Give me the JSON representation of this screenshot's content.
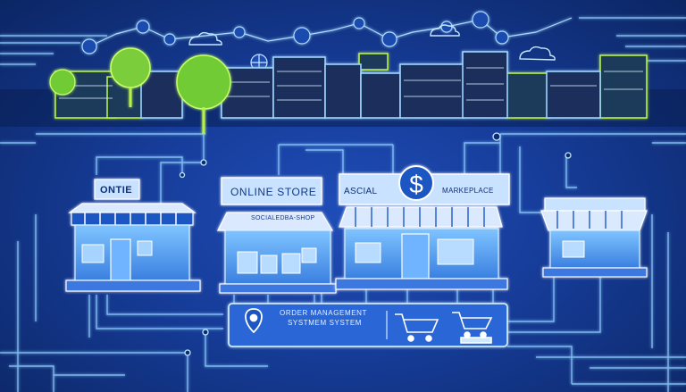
{
  "storefronts": {
    "left_sign": "ONTIE",
    "online_store_sign": "ONLINE STORE",
    "social_shop_banner": "SOCIALEDBA-SHOP",
    "marketplace_sign_left": "ASCIAL",
    "marketplace_sign_right": "MARKEPLACE",
    "marketplace_currency_icon": "$"
  },
  "order_management": {
    "line1": "ORDER MANAGEMENT",
    "line2": "SYSTMEM SYSTEM"
  },
  "icons": [
    "map-pin-icon",
    "shopping-cart-icon",
    "dollar-coin-icon",
    "cloud-icon",
    "user-node-icon"
  ],
  "colors": {
    "background": "#163c98",
    "neon_green": "#b7f04a",
    "neon_blue": "#7cc8ff",
    "sign_panel": "#c9e2ff"
  }
}
